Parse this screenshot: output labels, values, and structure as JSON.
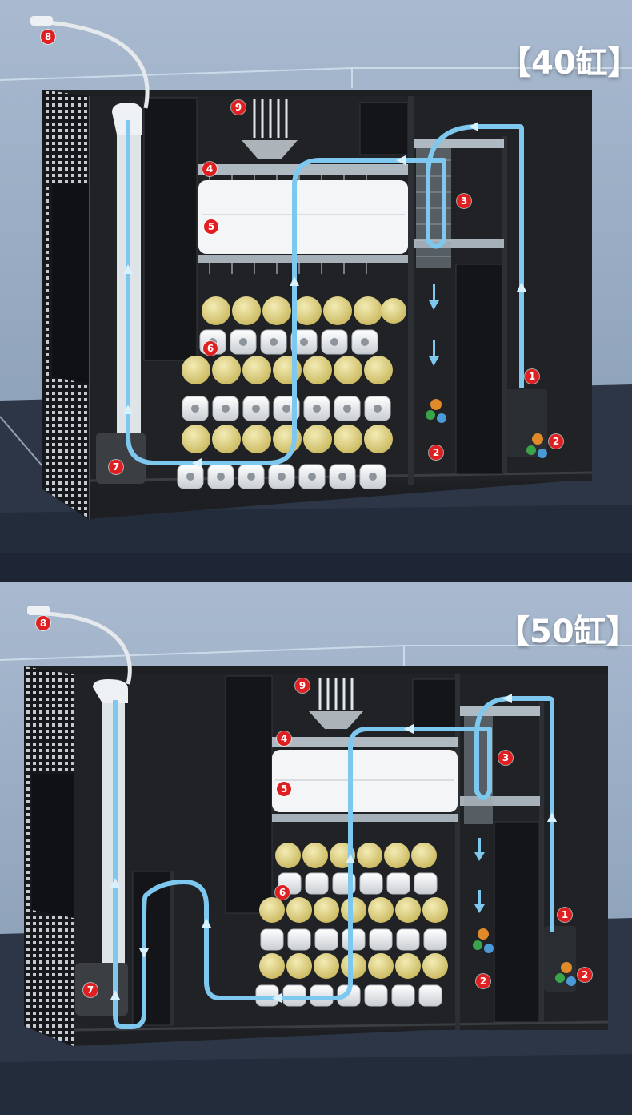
{
  "colors": {
    "background_top": "#9fb1c6",
    "floor": "#2c3646",
    "tank_body": "#1d1f22",
    "water_flow": "#7ec8ef",
    "badge": "#e02020",
    "ceramic_rings": "#eceff1",
    "bio_balls": "#e0d48a",
    "filter_sponge": "#f4f5f6"
  },
  "icons": [
    "water-pump-icon",
    "bacteria-icon",
    "arrow-down-icon",
    "sprinkler-icon",
    "return-pipe-icon"
  ],
  "panels": [
    {
      "title": "【40缸】",
      "markers": [
        "8",
        "9",
        "4",
        "3",
        "5",
        "6",
        "1",
        "2",
        "2",
        "7"
      ]
    },
    {
      "title": "【50缸】",
      "markers": [
        "8",
        "9",
        "4",
        "3",
        "5",
        "6",
        "1",
        "2",
        "2",
        "7"
      ]
    }
  ]
}
